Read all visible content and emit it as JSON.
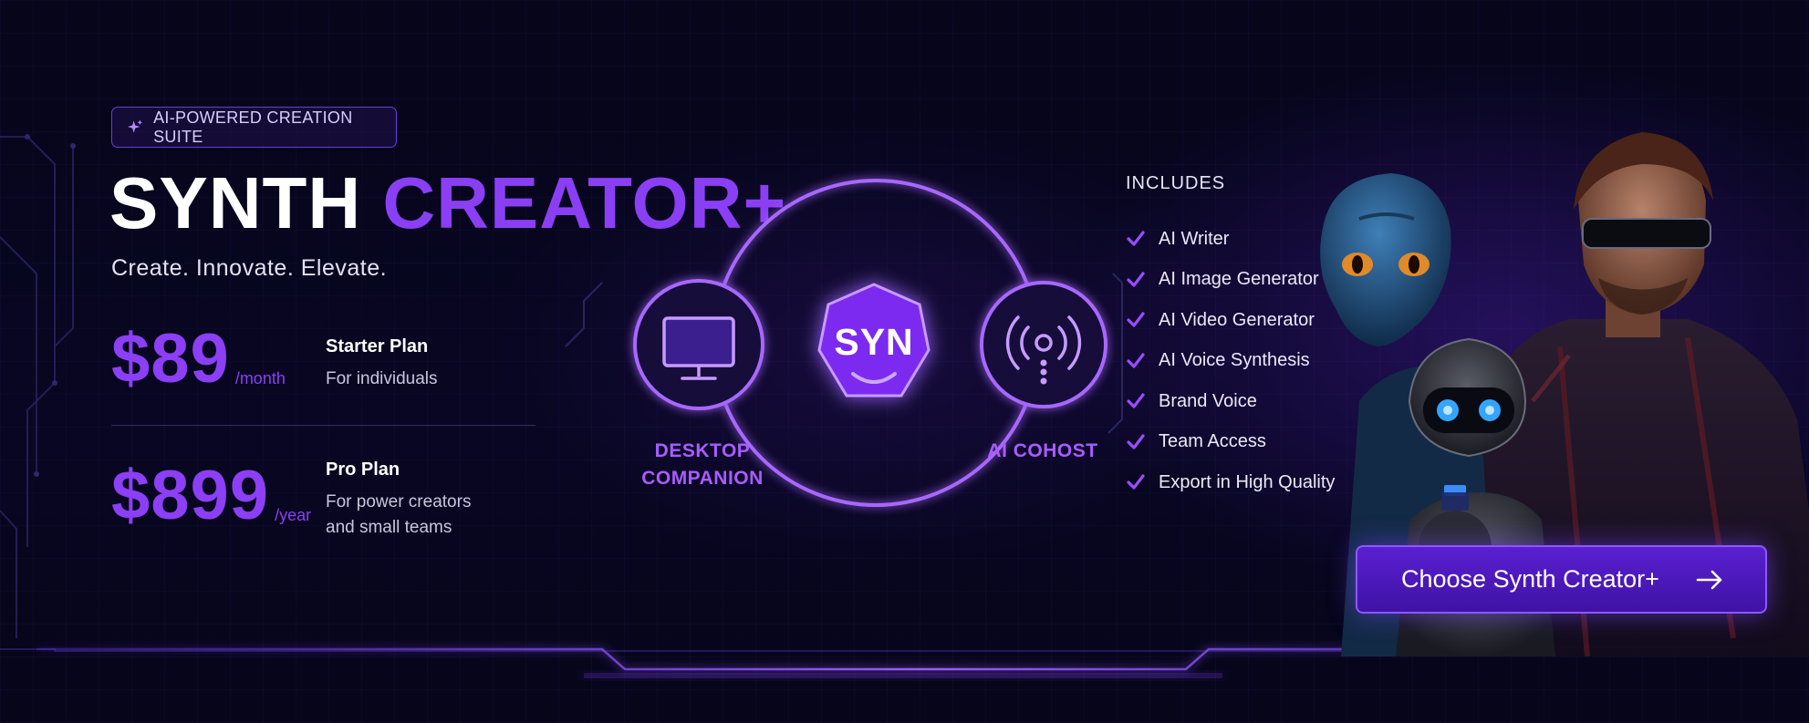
{
  "badge": {
    "icon": "sparkle-icon",
    "label": "AI-POWERED CREATION SUITE"
  },
  "title": {
    "part1": "SYNTH",
    "part2": "CREATOR+"
  },
  "tagline": "Create. Innovate. Elevate.",
  "plans": [
    {
      "price": "$89",
      "period": "/month",
      "name": "Starter Plan",
      "description": [
        "For individuals"
      ]
    },
    {
      "price": "$899",
      "period": "/year",
      "name": "Pro Plan",
      "description": [
        "For power creators",
        "and small teams"
      ]
    }
  ],
  "diagram": {
    "center": "SYN",
    "left_node": {
      "icon": "monitor-icon",
      "label": [
        "DESKTOP",
        "COMPANION"
      ]
    },
    "right_node": {
      "icon": "broadcast-icon",
      "label": [
        "AI COHOST"
      ]
    }
  },
  "includes": {
    "title": "INCLUDES",
    "items": [
      "AI Writer",
      "AI Image Generator",
      "AI Video Generator",
      "AI Voice Synthesis",
      "Brand Voice",
      "Team Access",
      "Export in High Quality"
    ]
  },
  "cta": {
    "label": "Choose Synth Creator+",
    "icon": "arrow-right-icon"
  },
  "colors": {
    "accent": "#8c3ff6",
    "background": "#06051a",
    "cta": "#4a17bc"
  }
}
